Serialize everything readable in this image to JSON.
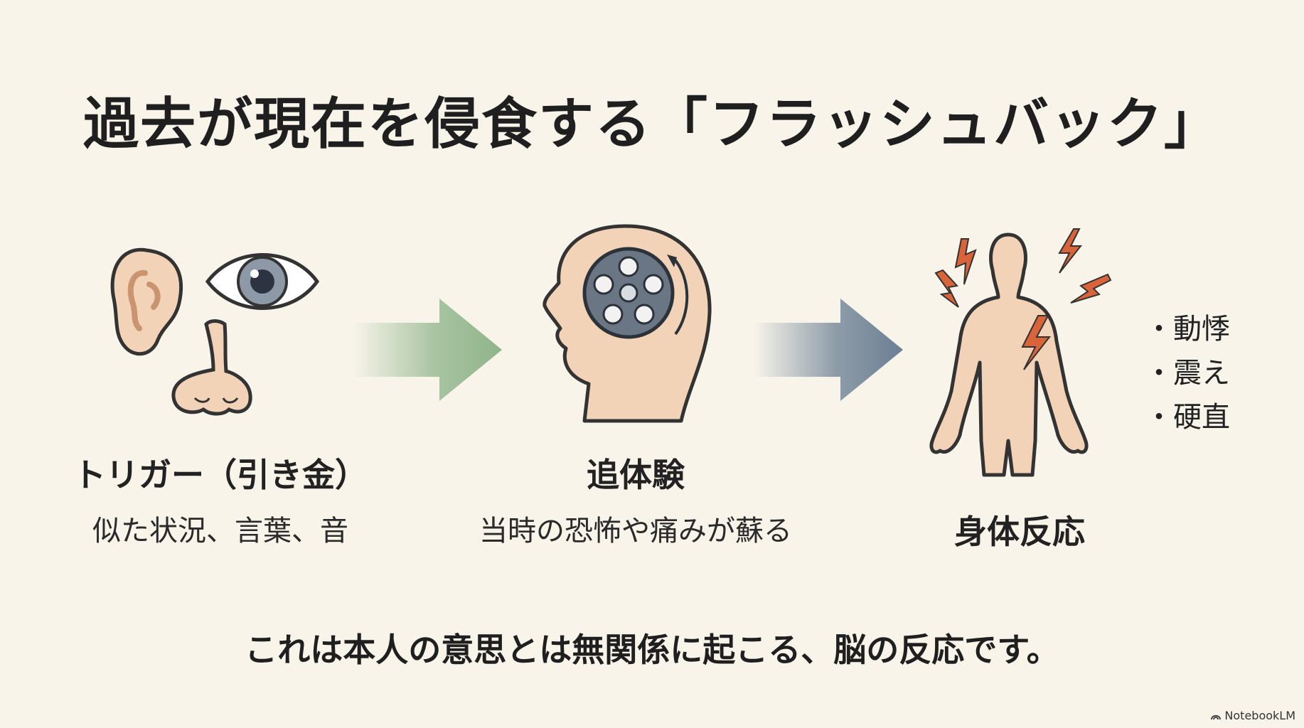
{
  "title": "過去が現在を侵食する「フラッシュバック」",
  "stages": [
    {
      "icon": "senses-icon",
      "label": "トリガー（引き金）",
      "sub": "似た状況、言葉、音"
    },
    {
      "icon": "head-film-reel-icon",
      "label": "追体験",
      "sub": "当時の恐怖や痛みが蘇る"
    },
    {
      "icon": "body-shock-icon",
      "label": "身体反応",
      "bullets": [
        "動悸",
        "震え",
        "硬直"
      ]
    }
  ],
  "footer": "これは本人の意思とは無関係に起こる、脳の反応です。",
  "brand": "NotebookLM",
  "colors": {
    "background": "#f8f4ea",
    "skin": "#f2d3b8",
    "outline": "#333333",
    "arrow1": "#8fb48a",
    "arrow2": "#6b7f93",
    "lightning": "#d9643a"
  }
}
